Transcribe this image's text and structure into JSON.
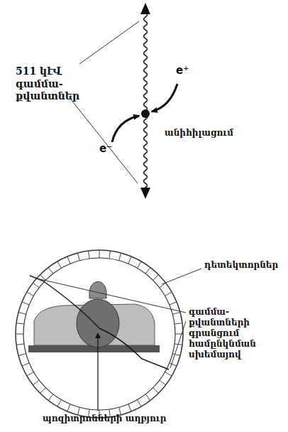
{
  "diagram": {
    "labels": [
      "511 կէՎ գամմա-քվանտներ",
      "e⁺",
      "e⁻",
      "անիհիլացում",
      "դետեկտորներ",
      "գամմա-քվանտների գրանցում համընկնման սխեմայով",
      "պոզիտրոնների աղբյուր"
    ]
  }
}
